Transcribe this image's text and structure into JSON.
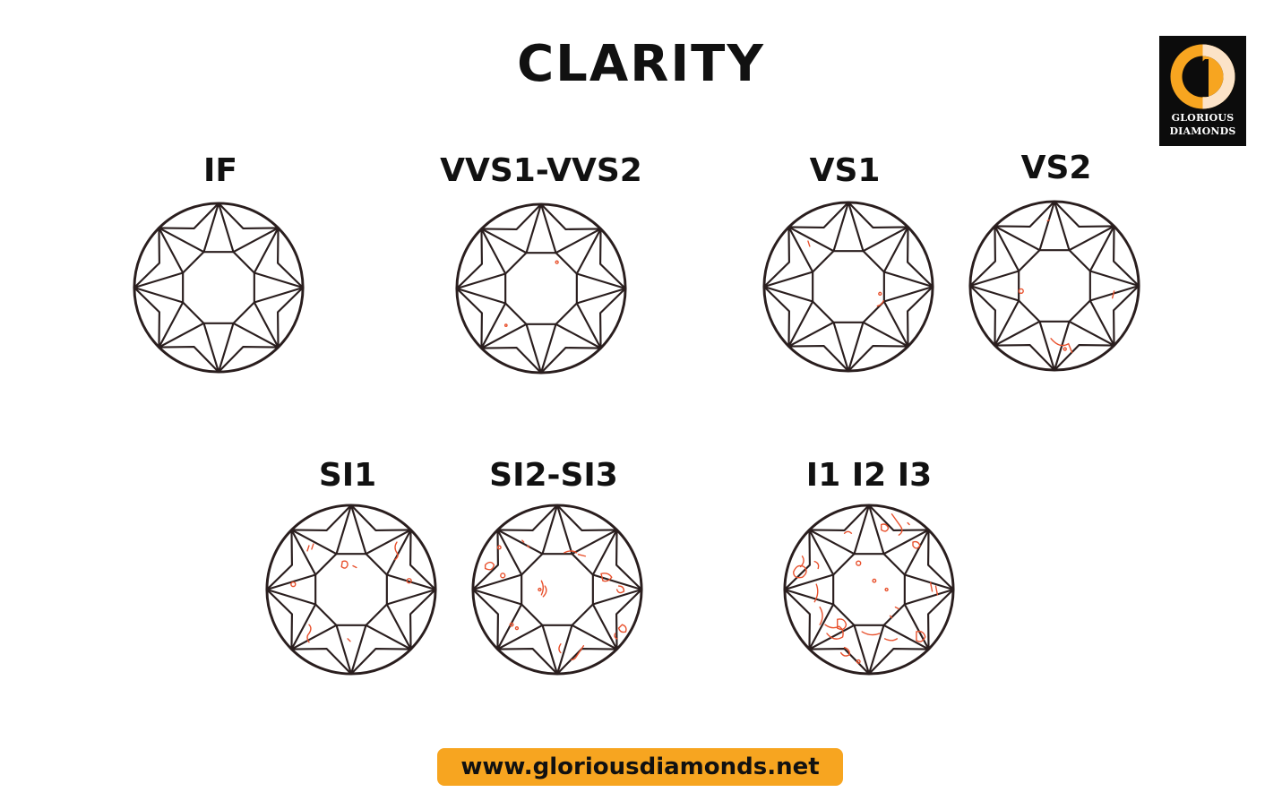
{
  "title": "CLARITY",
  "logo": {
    "line1": "GLORIOUS",
    "line2": "DIAMONDS",
    "colors": {
      "background": "#0c0c0c",
      "accent": "#f7a520",
      "cream": "#fbe3c8"
    }
  },
  "grades": [
    {
      "id": "if",
      "label": "IF",
      "inclusions": "none"
    },
    {
      "id": "vvs",
      "label": "VVS1-VVS2",
      "inclusions": "very-very-slight"
    },
    {
      "id": "vs1",
      "label": "VS1",
      "inclusions": "very-slight"
    },
    {
      "id": "vs2",
      "label": "VS2",
      "inclusions": "very-slight"
    },
    {
      "id": "si1",
      "label": "SI1",
      "inclusions": "slight"
    },
    {
      "id": "si2",
      "label": "SI2-SI3",
      "inclusions": "slight"
    },
    {
      "id": "i",
      "label": "I1 I2 I3",
      "inclusions": "included"
    }
  ],
  "colors": {
    "outline": "#2a1e1e",
    "inclusion": "#e8502c",
    "url_background": "#f7a520"
  },
  "footer": {
    "url": "www.gloriousdiamonds.net"
  }
}
